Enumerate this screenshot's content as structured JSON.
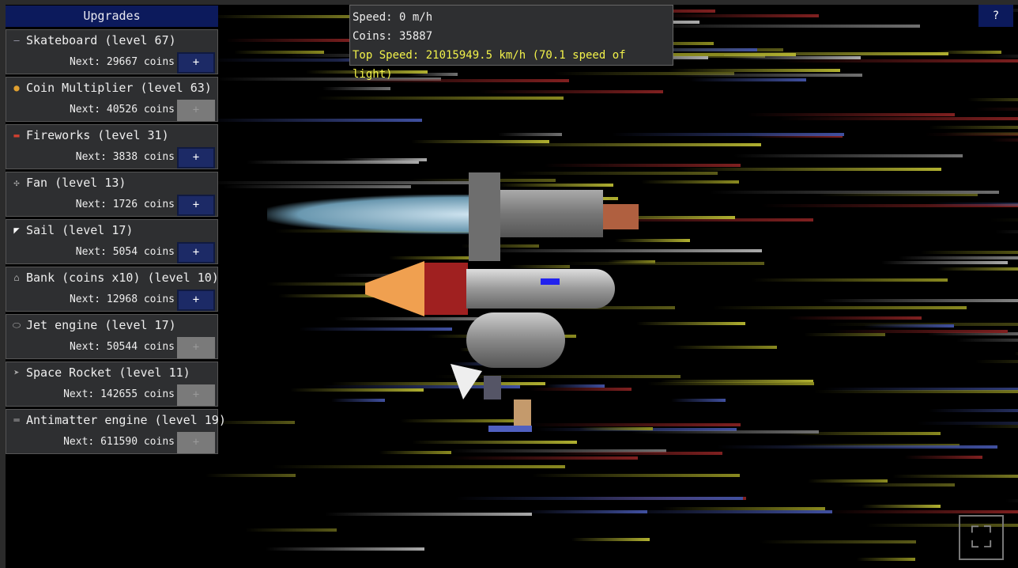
{
  "panel": {
    "title": "Upgrades",
    "items": [
      {
        "name": "Skateboard (level 67)",
        "next": "Next: 29667 coins",
        "icon": "skateboard-icon",
        "enabled": true
      },
      {
        "name": "Coin Multiplier (level 63)",
        "next": "Next: 40526 coins",
        "icon": "coin-icon",
        "enabled": false
      },
      {
        "name": "Fireworks (level 31)",
        "next": "Next: 3838 coins",
        "icon": "firework-icon",
        "enabled": true
      },
      {
        "name": "Fan (level 13)",
        "next": "Next: 1726 coins",
        "icon": "fan-icon",
        "enabled": true
      },
      {
        "name": "Sail (level 17)",
        "next": "Next: 5054 coins",
        "icon": "sail-icon",
        "enabled": true
      },
      {
        "name": "Bank (coins x10) (level 10)",
        "next": "Next: 12968 coins",
        "icon": "bank-icon",
        "enabled": true
      },
      {
        "name": "Jet engine (level 17)",
        "next": "Next: 50544 coins",
        "icon": "jet-engine-icon",
        "enabled": false
      },
      {
        "name": "Space Rocket (level 11)",
        "next": "Next: 142655 coins",
        "icon": "rocket-icon",
        "enabled": false
      },
      {
        "name": "Antimatter engine (level 19)",
        "next": "Next: 611590 coins",
        "icon": "antimatter-icon",
        "enabled": false
      }
    ],
    "buy_label": "+"
  },
  "stats": {
    "speed": "Speed: 0 m/h",
    "coins": "Coins: 35887",
    "top": "Top Speed: 21015949.5 km/h (70.1 speed of light)"
  },
  "help_label": "?",
  "fullscreen_icon": "⛶"
}
